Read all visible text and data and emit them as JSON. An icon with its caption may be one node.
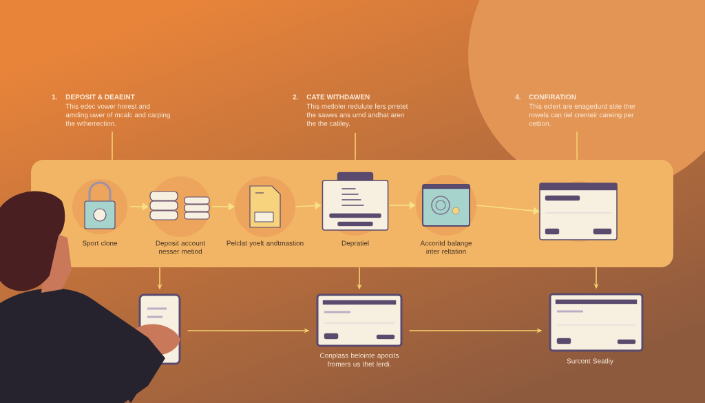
{
  "diagram": {
    "nodes": [
      {
        "text": [],
        "shape": "box"
      },
      {
        "text": [
          "1.",
          "DEPOSIT & DEAEINT",
          "This edec vower horest and amding uwer of mcalc and carping the wtherrection."
        ]
      },
      {
        "text": [
          "2.",
          "CATE WITHDAWEN",
          "This metloler redulute fers prretet the sawes ans umd andhat aren the the catiley."
        ]
      },
      {
        "text": [
          "4.",
          "CONFIRATION",
          "This eclert are enagedurd stite ther rowels can tiel crenteir careing per cettion."
        ]
      },
      {
        "text": [],
        "shape": "picture",
        "in": 0,
        "beside": [
          "Sport clone"
        ]
      },
      {
        "text": [],
        "shape": "picture",
        "in": 0,
        "beside": [
          "Deposit account nesser metiod"
        ]
      },
      {
        "text": [],
        "shape": "picture",
        "in": 0,
        "beside": [
          "Pelclat yoelt andtmastion"
        ]
      },
      {
        "text": [],
        "shape": "picture",
        "in": 0,
        "beside": [
          "Depratiel"
        ]
      },
      {
        "text": [],
        "shape": "picture",
        "in": 0,
        "beside": [
          "Accoritd balange inter reltation"
        ]
      },
      {
        "text": [],
        "shape": "picture",
        "in": 0
      },
      {
        "text": [],
        "shape": "picture"
      },
      {
        "text": [],
        "shape": "picture",
        "beside": [
          "Conplass belointe apocits fromers us thet lerdi."
        ]
      },
      {
        "text": [],
        "shape": "picture",
        "beside": [
          "Surcont Seatliy"
        ]
      }
    ],
    "edges": [
      {
        "from": 1,
        "to": 0,
        "arrow": "none"
      },
      {
        "from": 2,
        "to": 0,
        "arrow": "none"
      },
      {
        "from": 3,
        "to": 0,
        "arrow": "none"
      },
      {
        "from": 4,
        "to": 5,
        "arrow": "to"
      },
      {
        "from": 5,
        "to": 6,
        "arrow": "to"
      },
      {
        "from": 6,
        "to": 7,
        "arrow": "to"
      },
      {
        "from": 7,
        "to": 8,
        "arrow": "to"
      },
      {
        "from": 8,
        "to": 9,
        "arrow": "to"
      },
      {
        "from": 0,
        "to": 10,
        "arrow": "to"
      },
      {
        "from": 0,
        "to": 11,
        "arrow": "to"
      },
      {
        "from": 0,
        "to": 12,
        "arrow": "to"
      },
      {
        "from": 10,
        "to": 11,
        "arrow": "to"
      },
      {
        "from": 11,
        "to": 12,
        "arrow": "to"
      }
    ]
  }
}
